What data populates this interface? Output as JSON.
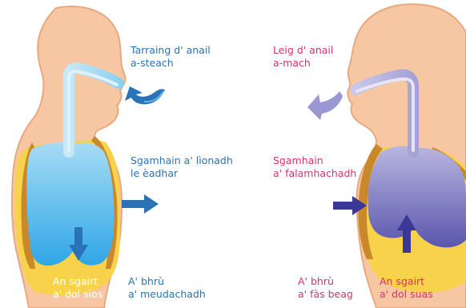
{
  "inhale": {
    "breath_line1": "Tarraing d' anail",
    "breath_line2": "a-steach",
    "lungs_line1": "Sgamhain a' lìonadh",
    "lungs_line2": "le èadhar",
    "diaphragm_line1": "An sgairt",
    "diaphragm_line2": "a' dol sìos",
    "belly_line1": "A' bhrù",
    "belly_line2": "a' meudachadh"
  },
  "exhale": {
    "breath_line1": "Leig d' anail",
    "breath_line2": "a-mach",
    "lungs_line1": "Sgamhain",
    "lungs_line2": "a' falamhachadh",
    "belly_line1": "A' bhrù",
    "belly_line2": "a' fàs beag",
    "diaphragm_line1": "An sgairt",
    "diaphragm_line2": "a' dol suas"
  },
  "colors": {
    "skin": "#f6c7a2",
    "skin_outline": "#e8a981",
    "rib_gold": "#c9892a",
    "diaphragm_yellow": "#f7d24a",
    "lung_inhale": "#4fb6ea",
    "lung_exhale": "#6a64b5",
    "arrow_inhale": "#2a73b6",
    "arrow_exhale": "#3a3894",
    "text_blue": "#2a73b6",
    "text_pink": "#d6336c"
  }
}
